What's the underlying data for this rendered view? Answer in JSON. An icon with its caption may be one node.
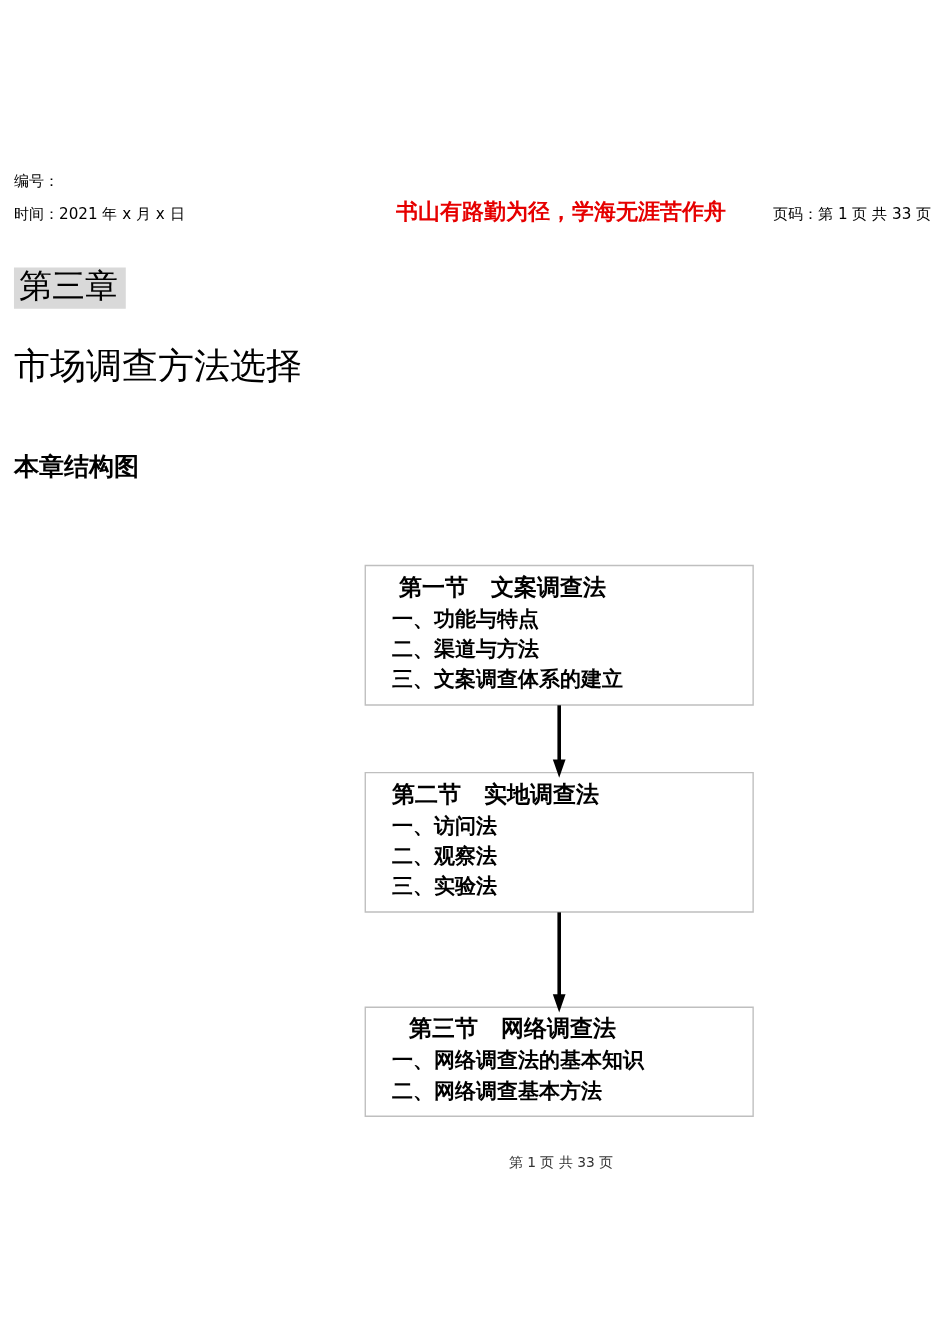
{
  "diagram": {
    "nodes": [
      {
        "text": [
          "第一节　文案调查法",
          "一、功能与特点",
          "二、渠道与方法",
          "三、文案调查体系的建立"
        ]
      },
      {
        "text": [
          "第二节　实地调查法",
          "一、访问法",
          "二、观察法",
          "三、实验法"
        ]
      },
      {
        "text": [
          "第三节　网络调查法",
          "一、网络调查法的基本知识",
          "二、网络调查基本方法"
        ]
      }
    ],
    "edges": [
      {
        "from": 0,
        "to": 1,
        "arrow": "to"
      },
      {
        "from": 1,
        "to": 2,
        "arrow": "to"
      }
    ],
    "labels": [
      "编号：",
      "时间：2021 年 x 月 x 日",
      "书山有路勤为径，学海无涯苦作舟",
      "页码：第 1 页 共 33 页",
      "第三章",
      "市场调查方法选择",
      "本章结构图",
      "第 1 页 共 33 页"
    ]
  }
}
